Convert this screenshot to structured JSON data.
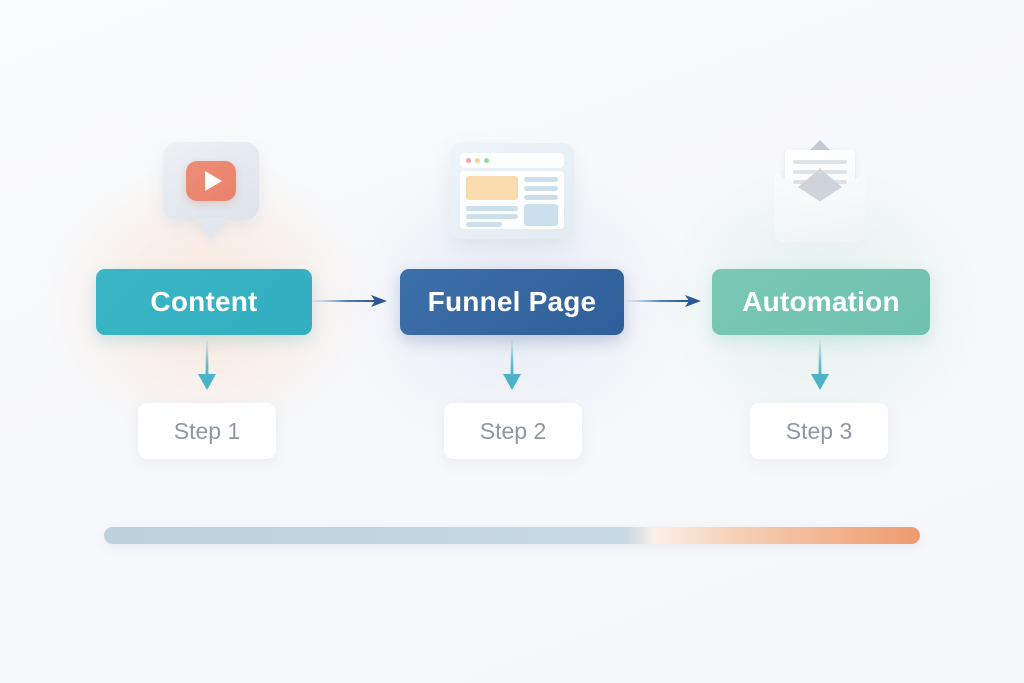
{
  "background": {
    "base_color": "#f8f9fb",
    "glows": [
      {
        "name": "warm-glow-left",
        "color": "#fad6ba"
      },
      {
        "name": "cool-glow-center",
        "color": "#ced8ec"
      },
      {
        "name": "mint-glow-right",
        "color": "#c5e9db"
      }
    ]
  },
  "flow": {
    "stages": [
      {
        "id": "content",
        "label": "Content",
        "color": "#38b3c4",
        "icon": "video-bubble-icon",
        "step_label": "Step 1"
      },
      {
        "id": "funnel-page",
        "label": "Funnel Page",
        "color": "#36649f",
        "icon": "browser-window-icon",
        "step_label": "Step 2"
      },
      {
        "id": "automation",
        "label": "Automation",
        "color": "#74c5b0",
        "icon": "open-envelope-icon",
        "step_label": "Step 3"
      }
    ],
    "connectors": [
      {
        "name": "arrow-content-to-funnel",
        "color": "#2f5f9e"
      },
      {
        "name": "arrow-funnel-to-automation",
        "color": "#2f5f9e"
      }
    ],
    "down_arrows": [
      {
        "name": "down-arrow-step-1",
        "color": "#5cbcd0"
      },
      {
        "name": "down-arrow-step-2",
        "color": "#5cbcd0"
      },
      {
        "name": "down-arrow-step-3",
        "color": "#5cbcd0"
      }
    ]
  },
  "icons": {
    "video_bubble": {
      "bubble_color": "#e6ebf1",
      "play_button_color": "#ee8a73",
      "play_triangle_color": "#ffffff"
    },
    "browser_window": {
      "frame_color": "#e7eff5",
      "page_color": "#fdfefe",
      "hero_block_color": "#fbdcaf",
      "text_line_color": "#cbdfec",
      "dots": [
        "#f4a0ad",
        "#f6d58c",
        "#96d79e"
      ]
    },
    "open_envelope": {
      "envelope_color": "#f1f3f5",
      "flap_color": "#c8ced5",
      "letter_color": "#ffffff",
      "letter_line_color": "#dfe3e8"
    }
  },
  "progress": {
    "name": "progress-bar",
    "filled_color": "#c3d5e0",
    "accent_color": "#ef9a6e",
    "transition_point_percent": 66
  }
}
